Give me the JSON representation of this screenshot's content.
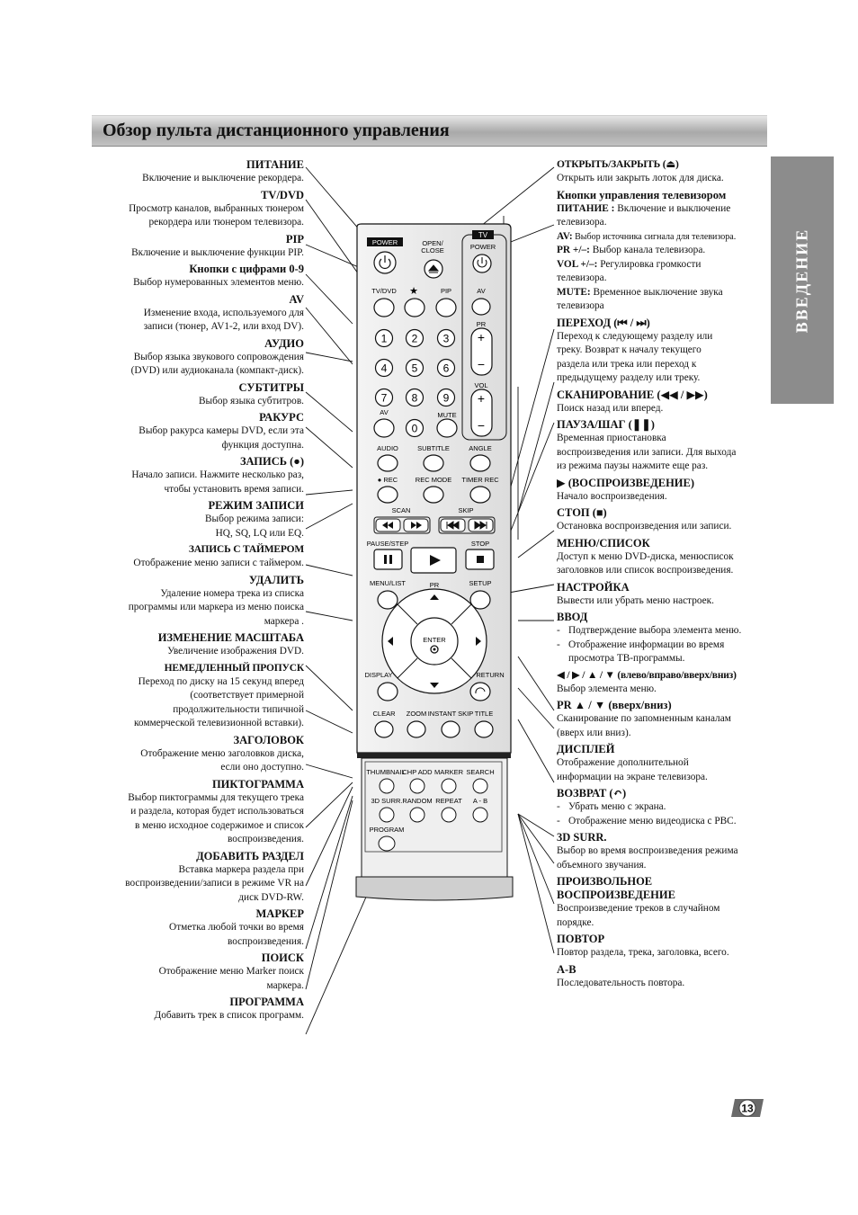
{
  "title": "Обзор пульта дистанционного управления",
  "side_tab": "ВВЕДЕНИЕ",
  "page_number": "13",
  "left": [
    {
      "h": "ПИТАНИЕ",
      "d": [
        "Включение и выключение рекордера."
      ]
    },
    {
      "h": "TV/DVD",
      "d": [
        "Просмотр каналов, выбранных тюнером",
        "рекордера или тюнером телевизора."
      ]
    },
    {
      "h": "PIP",
      "d": [
        "Включение и выключение функции PIP."
      ]
    },
    {
      "h": "Кнопки с цифрами 0-9",
      "d": [
        "Выбор нумерованных элементов меню."
      ]
    },
    {
      "h": "AV",
      "d": [
        "Изменение входа, используемого для",
        "записи (тюнер, AV1-2, или вход DV)."
      ]
    },
    {
      "h": "АУДИО",
      "d": [
        "Выбор языка звукового сопровождения",
        "(DVD) или аудиоканала (компакт-диск)."
      ]
    },
    {
      "h": "СУБТИТРЫ",
      "d": [
        "Выбор языка субтитров."
      ]
    },
    {
      "h": "РАКУРС",
      "d": [
        "Выбор ракурса камеры DVD, если эта",
        "функция доступна."
      ]
    },
    {
      "h": "ЗАПИСЬ (●)",
      "d": [
        "Начало записи. Нажмите несколько раз,",
        "чтобы установить время записи."
      ]
    },
    {
      "h": "РЕЖИМ ЗАПИСИ",
      "d": [
        "Выбор режима записи:",
        "HQ, SQ, LQ или EQ."
      ]
    },
    {
      "h": "ЗАПИСЬ С ТАЙМЕРОМ",
      "d": [
        "Отображение меню записи с таймером."
      ]
    },
    {
      "h": "УДАЛИТЬ",
      "d": [
        "Удаление номера трека из списка",
        "программы или маркера из меню поиска",
        "маркера ."
      ]
    },
    {
      "h": "ИЗМЕНЕНИЕ МАСШТАБА",
      "d": [
        "Увеличение изображения DVD."
      ]
    },
    {
      "h": "НЕМЕДЛЕННЫЙ ПРОПУСК",
      "d": [
        "Переход по диску на 15 секунд вперед",
        "(соответствует примерной",
        "продолжительности типичной",
        "коммерческой телевизионной вставки)."
      ]
    },
    {
      "h": "ЗАГОЛОВОК",
      "d": [
        "Отображение меню заголовков диска,",
        "если оно доступно."
      ]
    },
    {
      "h": "ПИКТОГРАММА",
      "d": [
        "Выбор пиктограммы для текущего трека",
        "и раздела, которая будет использоваться",
        "в меню исходное содержимое и список",
        "воспроизведения."
      ]
    },
    {
      "h": "ДОБАВИТЬ РАЗДЕЛ",
      "d": [
        "Вставка маркера раздела при",
        "воспроизведении/записи в режиме VR на",
        "диск DVD-RW."
      ]
    },
    {
      "h": "МАРКЕР",
      "d": [
        "Отметка любой точки во время",
        "воспроизведения."
      ]
    },
    {
      "h": "ПОИСК",
      "d": [
        "Отображение меню Marker поиск",
        "маркера."
      ]
    },
    {
      "h": "ПРОГРАММА",
      "d": [
        "Добавить трек в список программ."
      ]
    }
  ],
  "right": {
    "open_close": {
      "h": "ОТКРЫТЬ/ЗАКРЫТЬ (⏏)",
      "d": "Открыть или закрыть лоток для диска."
    },
    "tv_buttons": {
      "h": "Кнопки управления телевизором",
      "power_label": "ПИТАНИЕ :",
      "power_text": " Включение и выключение",
      "power_text2": "телевизора.",
      "av_label": "AV:",
      "av_text": " Выбор источника сигнала для телевизора.",
      "pr_label": "PR +/–:",
      "pr_text": " Выбор канала телевизора.",
      "vol_label": "VOL +/–:",
      "vol_text": " Регулировка громкости",
      "vol_text2": "телевизора.",
      "mute_label": "MUTE:",
      "mute_text": " Временное выключение звука",
      "mute_text2": "телевизора"
    },
    "items": [
      {
        "h": "ПЕРЕХОД (⏮ / ⏭)",
        "d": [
          "Переход к следующему разделу или",
          "треку. Возврат к началу текущего",
          "раздела или трека или переход к",
          "предыдущему разделу или треку."
        ]
      },
      {
        "h": "СКАНИРОВАНИЕ (◀◀ / ▶▶)",
        "d": [
          "Поиск назад или вперед."
        ]
      },
      {
        "h": "ПАУЗА/ШАГ (❚❚)",
        "d": [
          "Временная приостановка",
          "воспроизведения или записи. Для выхода",
          "из режима паузы нажмите еще раз."
        ]
      },
      {
        "h": "▶ (ВОСПРОИЗВЕДЕНИЕ)",
        "d": [
          "Начало воспроизведения."
        ]
      },
      {
        "h": "СТОП (■)",
        "d": [
          "Остановка воспроизведения или записи."
        ]
      },
      {
        "h": "МЕНЮ/СПИСОК",
        "d": [
          "Доступ к меню DVD-диска, менюсписок",
          "заголовков или список воспроизведения."
        ]
      },
      {
        "h": "НАСТРОЙКА",
        "d": [
          "Вывести или убрать меню настроек."
        ]
      }
    ],
    "enter": {
      "h": "ВВОД",
      "li": [
        "Подтверждение выбора элемента меню.",
        "Отображение информации во время",
        "просмотра ТВ-программы."
      ]
    },
    "items2": [
      {
        "h": "◀ / ▶ / ▲ / ▼ (влево/вправо/вверх/вниз)",
        "d": [
          "Выбор элемента меню."
        ]
      },
      {
        "h": "PR ▲ / ▼ (вверх/вниз)",
        "d": [
          "Сканирование по запомненным каналам",
          "(вверх или вниз)."
        ]
      },
      {
        "h": "ДИСПЛЕЙ",
        "d": [
          "Отображение дополнительной",
          "информации на экране телевизора."
        ]
      }
    ],
    "return": {
      "h": "ВОЗВРАТ (↶)",
      "li": [
        "Убрать меню с экрана.",
        "Отображение меню видеодиска с PBC."
      ]
    },
    "items3": [
      {
        "h": "3D SURR.",
        "d": [
          "Выбор во время воспроизведения режима",
          "объемного звучания."
        ]
      },
      {
        "h": "ПРОИЗВОЛЬНОЕ",
        "h2": "ВОСПРОИЗВЕДЕНИЕ",
        "d": [
          "Воспроизведение треков в случайном",
          "порядке."
        ]
      },
      {
        "h": "ПОВТОР",
        "d": [
          "Повтор раздела, трека, заголовка, всего."
        ]
      },
      {
        "h": "A-B",
        "d": [
          "Последовательность повтора."
        ]
      }
    ]
  },
  "remote": {
    "power": "POWER",
    "open_close_1": "OPEN/",
    "open_close_2": "CLOSE",
    "tv": "TV",
    "tv_power": "POWER",
    "tvdvd": "TV/DVD",
    "star": "★",
    "pip": "PIP",
    "av": "AV",
    "pr": "PR",
    "vol": "VOL",
    "mute": "MUTE",
    "av2": "AV",
    "digits": [
      "1",
      "2",
      "3",
      "4",
      "5",
      "6",
      "7",
      "8",
      "9",
      "0"
    ],
    "audio": "AUDIO",
    "subtitle": "SUBTITLE",
    "angle": "ANGLE",
    "rec": "● REC",
    "rec_mode": "REC MODE",
    "timer_rec": "TIMER REC",
    "scan": "SCAN",
    "skip": "SKIP",
    "pause_step": "PAUSE/STEP",
    "stop": "STOP",
    "menu_list": "MENU/LIST",
    "pr2": "PR",
    "setup": "SETUP",
    "enter": "ENTER",
    "display": "DISPLAY",
    "return": "RETURN",
    "clear": "CLEAR",
    "zoom": "ZOOM",
    "instant_skip": "INSTANT SKIP",
    "title": "TITLE",
    "thumbnail": "THUMBNAIL",
    "chp_add": "CHP ADD",
    "marker": "MARKER",
    "search": "SEARCH",
    "surr": "3D SURR.",
    "random": "RANDOM",
    "repeat": "REPEAT",
    "ab": "A - B",
    "program": "PROGRAM"
  }
}
